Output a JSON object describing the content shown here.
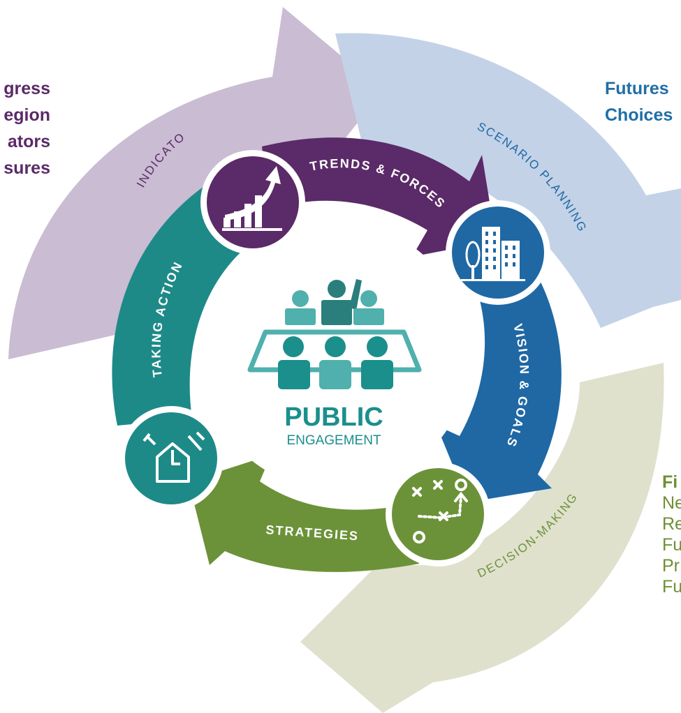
{
  "outer_ring": {
    "indicators": "INDICATORS",
    "scenario_planning": "SCENARIO PLANNING",
    "decision_making": "DECISION-MAKING"
  },
  "inner_ring": {
    "trends_forces": "TRENDS & FORCES",
    "vision_goals": "VISION & GOALS",
    "strategies": "STRATEGIES",
    "taking_action": "TAKING ACTION"
  },
  "center": {
    "title": "PUBLIC",
    "subtitle": "ENGAGEMENT"
  },
  "side_text": {
    "left": [
      "gress",
      "egion",
      "ators",
      "sures"
    ],
    "right_top": [
      "Futures",
      "Choices"
    ],
    "right_bottom": [
      "Fi",
      "Ne",
      "Re",
      "Fu",
      "Pr",
      "Fu"
    ]
  },
  "colors": {
    "indicators": "#c9bcd3",
    "scenario": "#c3d2e7",
    "decision": "#dfe1cd",
    "trends": "#5b2a68",
    "vision": "#1f68a4",
    "strategies": "#6c9239",
    "action": "#1d8a88",
    "center_text": "#1b8f8c"
  }
}
